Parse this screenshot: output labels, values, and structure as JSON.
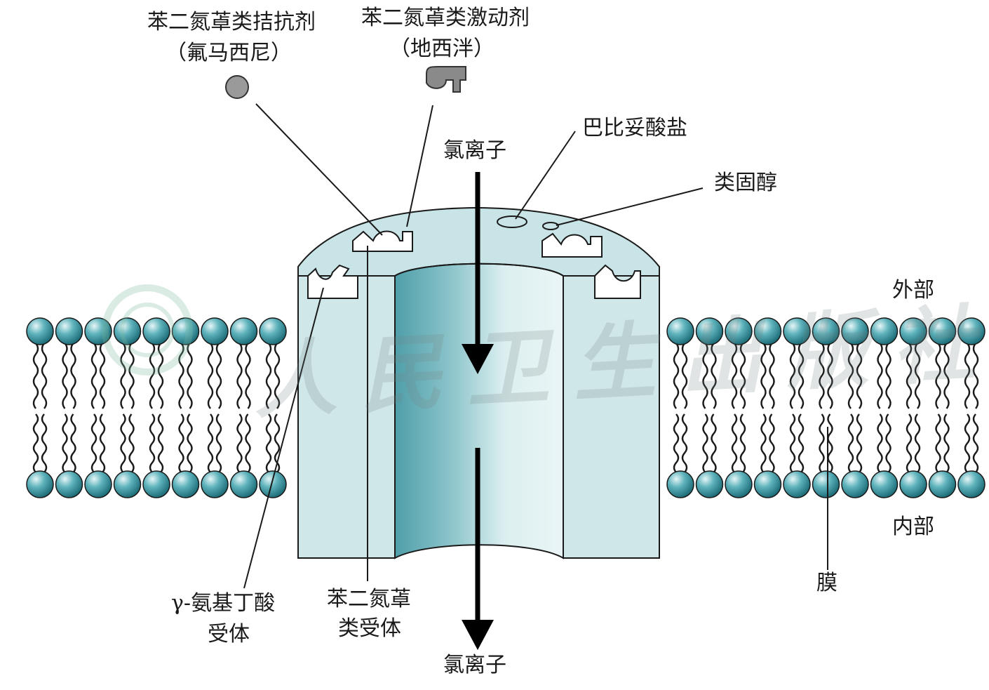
{
  "labels": {
    "antagonist_name": "苯二氮䓬类拮抗剂",
    "antagonist_example": "（氟马西尼）",
    "agonist_name": "苯二氮䓬类激动剂",
    "agonist_example": "（地西泮）",
    "chloride_top": "氯离子",
    "barbiturate": "巴比妥酸盐",
    "steroid": "类固醇",
    "outside": "外部",
    "inside": "内部",
    "membrane": "膜",
    "gaba_receptor_line1": "γ-氨基丁酸",
    "gaba_receptor_line2": "受体",
    "bzd_receptor_line1": "苯二氮䓬",
    "bzd_receptor_line2": "类受体",
    "chloride_bottom": "氯离子"
  },
  "watermark": "人民卫生出版社",
  "colors": {
    "channel_fill": "#c8e4e6",
    "channel_dark": "#5aa7b2",
    "lipid_head": "#4a9ea8",
    "antagonist_icon": "#9a9a9a",
    "agonist_icon": "#8a8a8a",
    "arrow": "#000000"
  },
  "icons": {
    "antagonist": "circle-icon",
    "agonist": "whistle-key-icon"
  }
}
